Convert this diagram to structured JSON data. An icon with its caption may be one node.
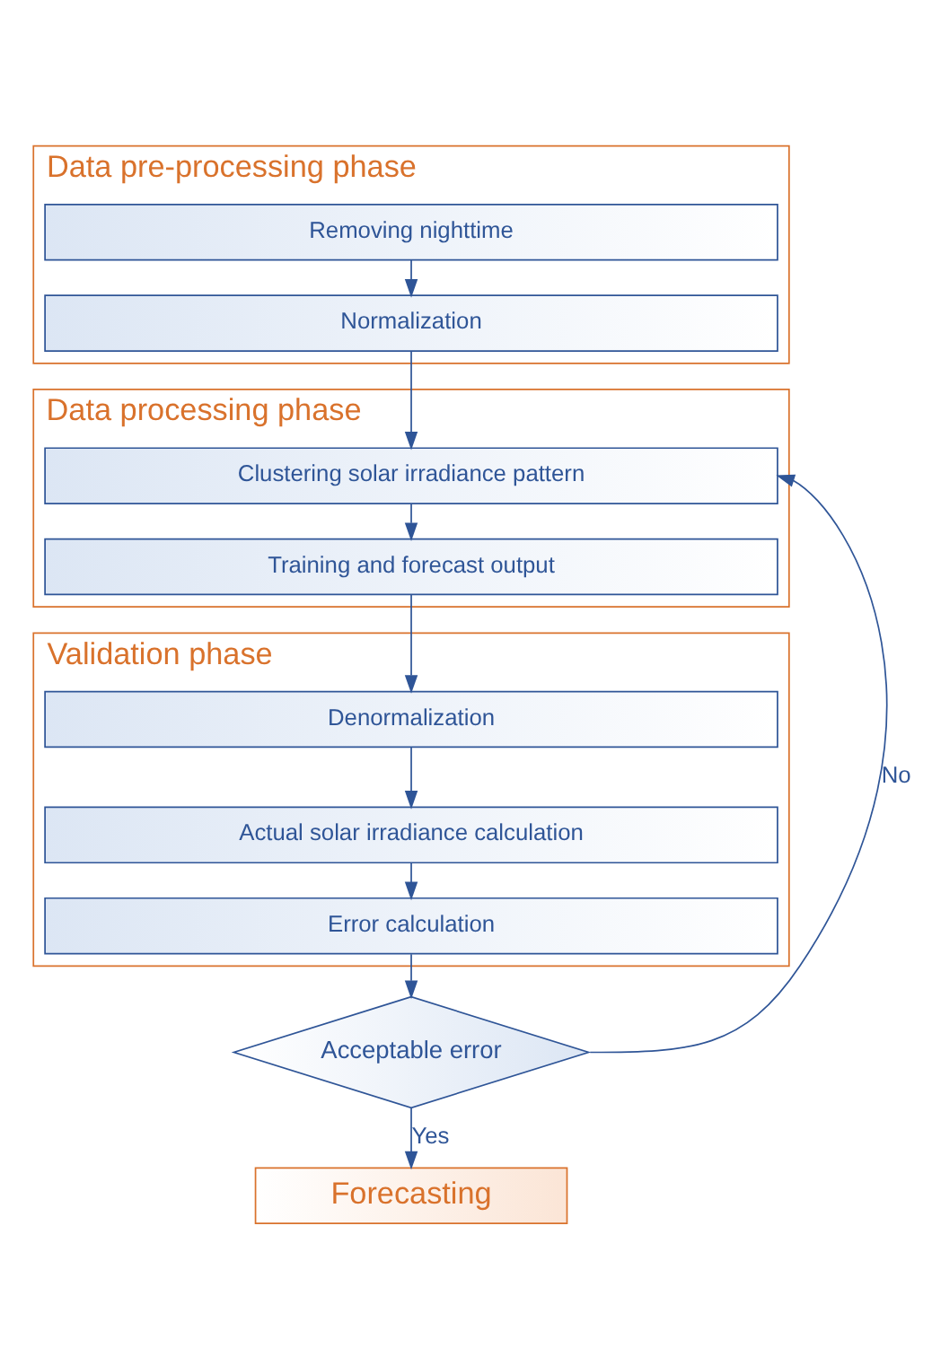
{
  "diagram": {
    "nodes": [
      {
        "text": [
          "Data pre-processing phase"
        ]
      },
      {
        "text": [
          "Removing nighttime"
        ],
        "in": 0
      },
      {
        "text": [
          "Normalization"
        ],
        "in": 0
      },
      {
        "text": [
          "Data processing phase"
        ]
      },
      {
        "text": [
          "Clustering solar irradiance pattern"
        ],
        "in": 3
      },
      {
        "text": [
          "Training and forecast output"
        ],
        "in": 3
      },
      {
        "text": [
          "Validation phase"
        ]
      },
      {
        "text": [
          "Denormalization"
        ],
        "in": 6
      },
      {
        "text": [
          "Actual solar irradiance calculation"
        ],
        "in": 6
      },
      {
        "text": [
          "Error calculation"
        ],
        "in": 6
      },
      {
        "text": [
          "Acceptable error"
        ]
      },
      {
        "text": [
          "Forecasting"
        ]
      }
    ],
    "edges": [
      {
        "from": 1,
        "to": 2,
        "arrow": "to"
      },
      {
        "from": 2,
        "to": 4,
        "arrow": "to"
      },
      {
        "from": 4,
        "to": 5,
        "arrow": "to"
      },
      {
        "from": 5,
        "to": 7,
        "arrow": "to"
      },
      {
        "from": 7,
        "to": 8,
        "arrow": "to"
      },
      {
        "from": 8,
        "to": 9,
        "arrow": "to"
      },
      {
        "from": 9,
        "to": 10,
        "arrow": "to"
      },
      {
        "from": 10,
        "to": 4,
        "arrow": "to",
        "label": "No"
      },
      {
        "from": 10,
        "to": 11,
        "arrow": "to",
        "label": "Yes"
      }
    ]
  }
}
